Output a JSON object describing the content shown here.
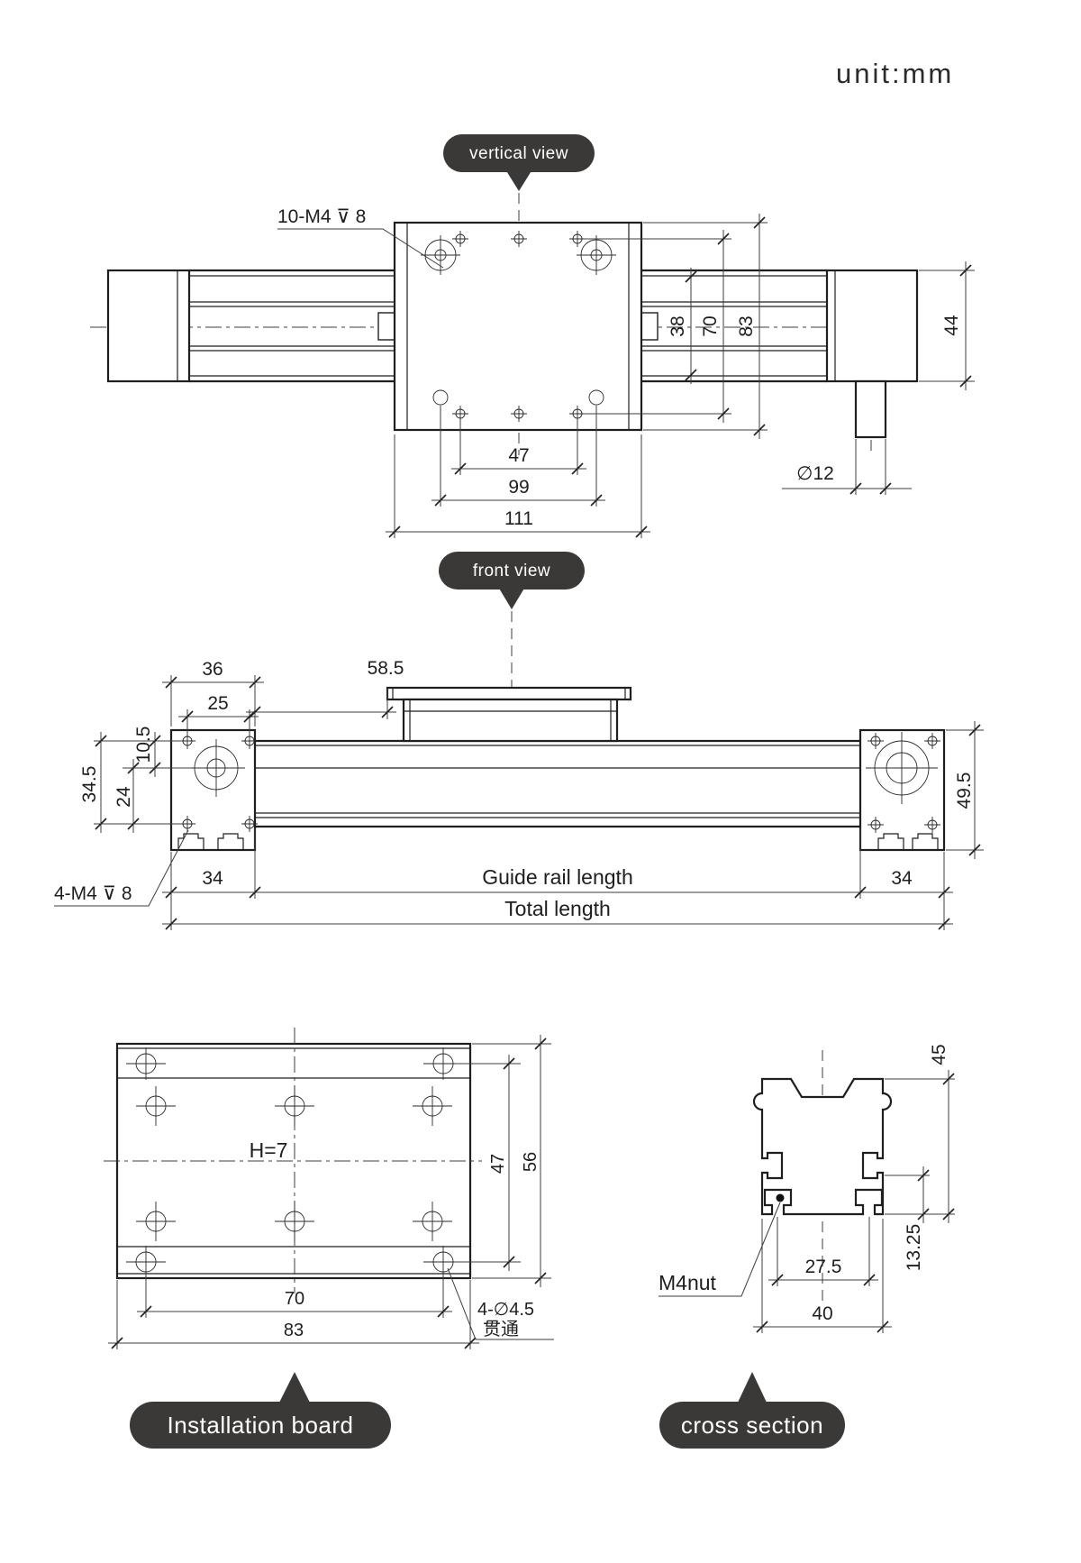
{
  "unit_label": "unit:mm",
  "colors": {
    "object_line": "#1f1f1f",
    "dimension_line": "#3c3c3c",
    "bubble_bg": "#3b3938",
    "bubble_text": "#ffffff",
    "background": "#ffffff"
  },
  "vertical_view": {
    "label": "vertical view",
    "thread_callout": "10-M4 ⊽ 8",
    "dims": {
      "hole_spacing": "47",
      "plate_inner": "99",
      "plate_length": "111",
      "rail_width": "38",
      "hole_rows": "70",
      "plate_width": "83",
      "end_block_height": "44",
      "shaft_dia": "∅12"
    }
  },
  "front_view": {
    "label": "front view",
    "thread_callout": "4-M4 ⊽ 8",
    "dims": {
      "block_width": "36",
      "hole_span": "25",
      "carriage_offset": "58.5",
      "top_offset": "10.5",
      "mid_offset": "24",
      "hole_row_span": "34.5",
      "block_height": "49.5",
      "end_left": "34",
      "end_right": "34",
      "guide_rail": "Guide rail length",
      "total": "Total length"
    }
  },
  "installation_board": {
    "label": "Installation board",
    "height_note": "H=7",
    "hole_callout_line1": "4-∅4.5",
    "hole_callout_line2": "贯通",
    "dims": {
      "hole_rows": "47",
      "board_height": "56",
      "hole_cols": "70",
      "board_width": "83"
    }
  },
  "cross_section": {
    "label": "cross section",
    "nut_callout": "M4nut",
    "dims": {
      "slot_spacing": "27.5",
      "profile_width": "40",
      "profile_height": "45",
      "slot_height": "13.25"
    }
  }
}
